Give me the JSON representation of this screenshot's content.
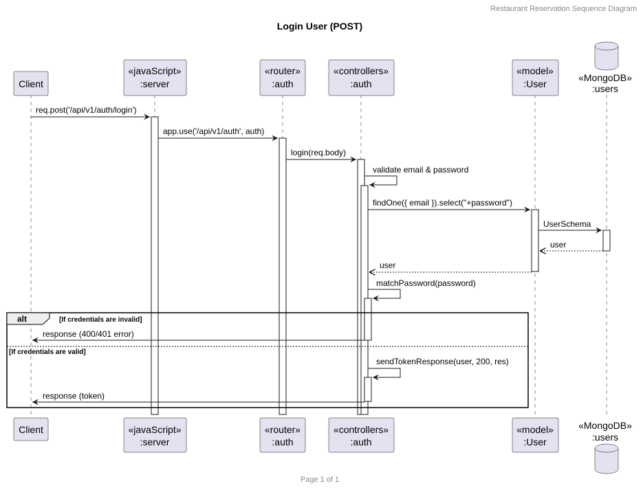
{
  "header": "Restaurant Reservation Sequence Diagram",
  "title": "Login User (POST)",
  "footer": "Page 1 of 1",
  "participants": {
    "client": [
      "Client"
    ],
    "server": [
      "«javaScript»",
      ":server"
    ],
    "router": [
      "«router»",
      ":auth"
    ],
    "controller": [
      "«controllers»",
      ":auth"
    ],
    "model": [
      "«model»",
      ":User"
    ],
    "db": [
      "«MongoDB»",
      ":users"
    ]
  },
  "messages": [
    {
      "id": "m1",
      "text": "req.post('/api/v1/auth/login')"
    },
    {
      "id": "m2",
      "text": "app.use('/api/v1/auth', auth)"
    },
    {
      "id": "m3",
      "text": "login(req.body)"
    },
    {
      "id": "m4",
      "text": "validate email & password"
    },
    {
      "id": "m5",
      "text": "findOne({ email }).select(\"+password\")"
    },
    {
      "id": "m6",
      "text": "UserSchema"
    },
    {
      "id": "m7",
      "text": "user"
    },
    {
      "id": "m8",
      "text": "user"
    },
    {
      "id": "m9",
      "text": "matchPassword(password)"
    },
    {
      "id": "m10",
      "text": "response (400/401 error)"
    },
    {
      "id": "m11",
      "text": "sendTokenResponse(user, 200, res)"
    },
    {
      "id": "m12",
      "text": "response (token)"
    }
  ],
  "fragment": {
    "keyword": "alt",
    "condition1": "[If credentials are invalid]",
    "condition2": "[If credentials are valid]"
  },
  "colors": {
    "participant_fill": "#E2E2F0",
    "line": "#181818"
  }
}
